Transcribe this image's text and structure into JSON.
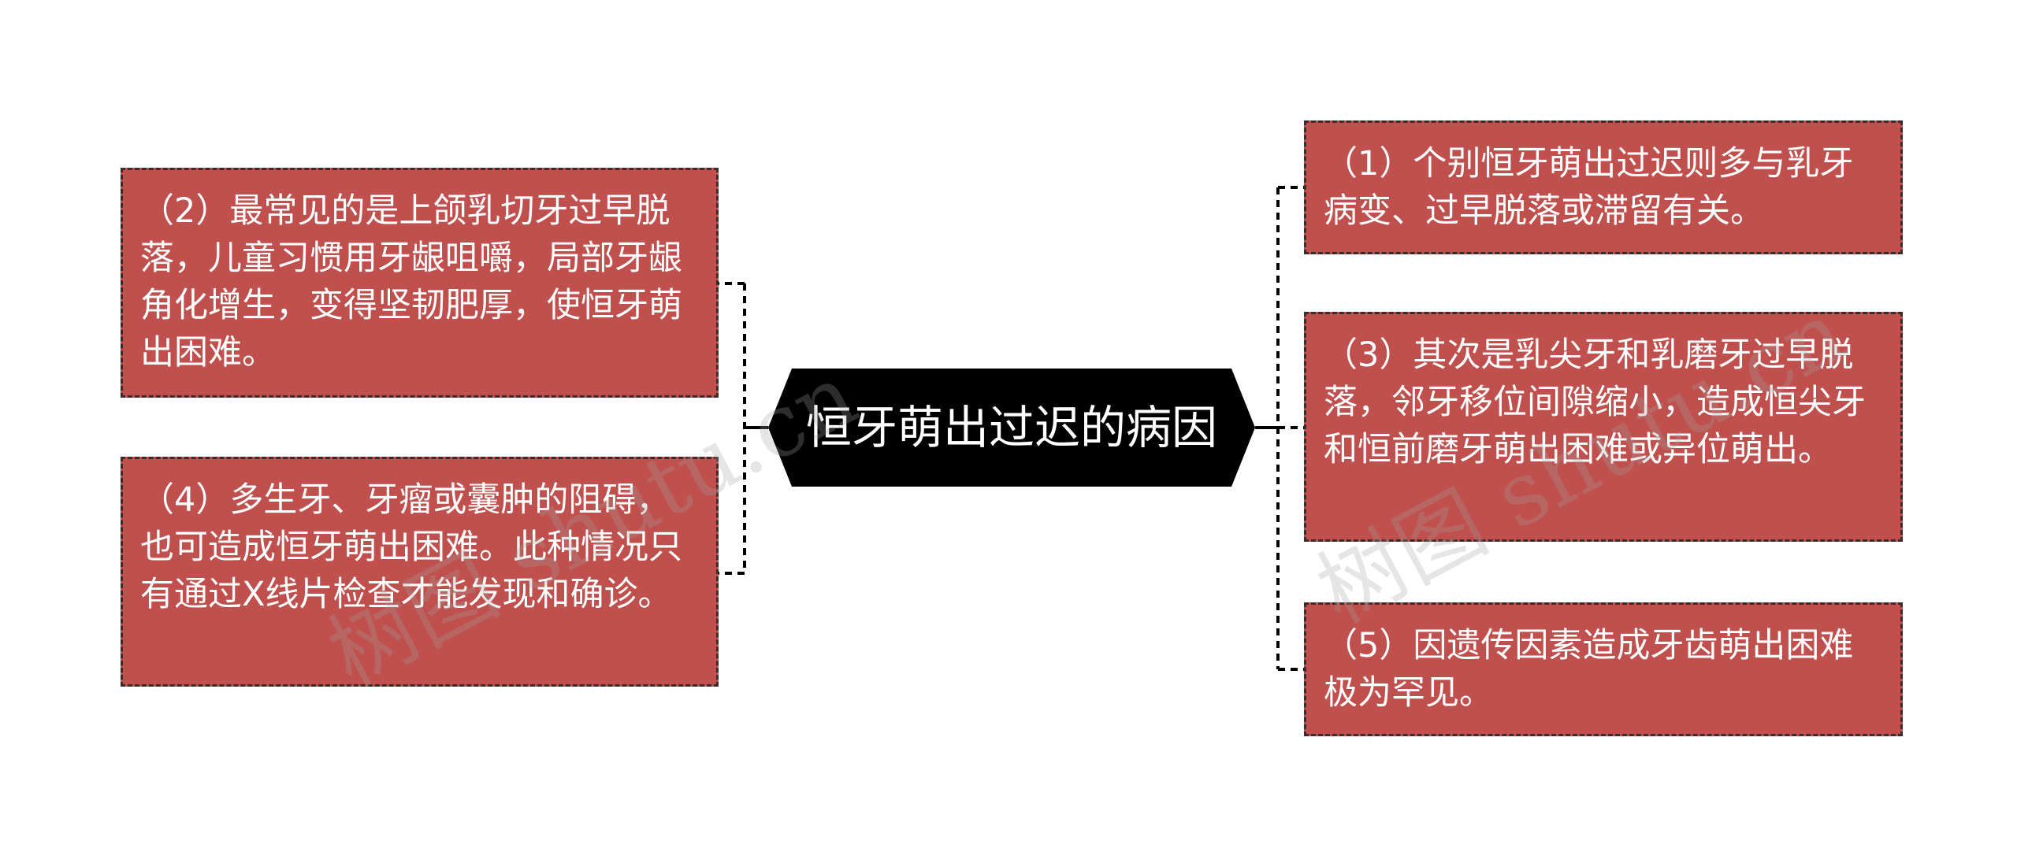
{
  "center": {
    "title": "恒牙萌出过迟的病因"
  },
  "nodes": {
    "left_top": "（2）最常见的是上颌乳切牙过早脱落，儿童习惯用牙龈咀嚼，局部牙龈角化增生，变得坚韧肥厚，使恒牙萌出困难。",
    "left_bottom": "（4）多生牙、牙瘤或囊肿的阻碍，也可造成恒牙萌出困难。此种情况只有通过X线片检查才能发现和确诊。",
    "right_top": "（1）个别恒牙萌出过迟则多与乳牙病变、过早脱落或滞留有关。",
    "right_middle": "（3）其次是乳尖牙和乳磨牙过早脱落，邻牙移位间隙缩小，造成恒尖牙和恒前磨牙萌出困难或异位萌出。",
    "right_bottom": "（5）因遗传因素造成牙齿萌出困难极为罕见。"
  },
  "watermarks": {
    "left": "树图 shutu.cn",
    "right": "树图 shutu.cn"
  },
  "colors": {
    "node_fill": "#c0504d",
    "node_border": "#3a2a2a",
    "center_fill": "#000000",
    "connector": "#000000"
  }
}
